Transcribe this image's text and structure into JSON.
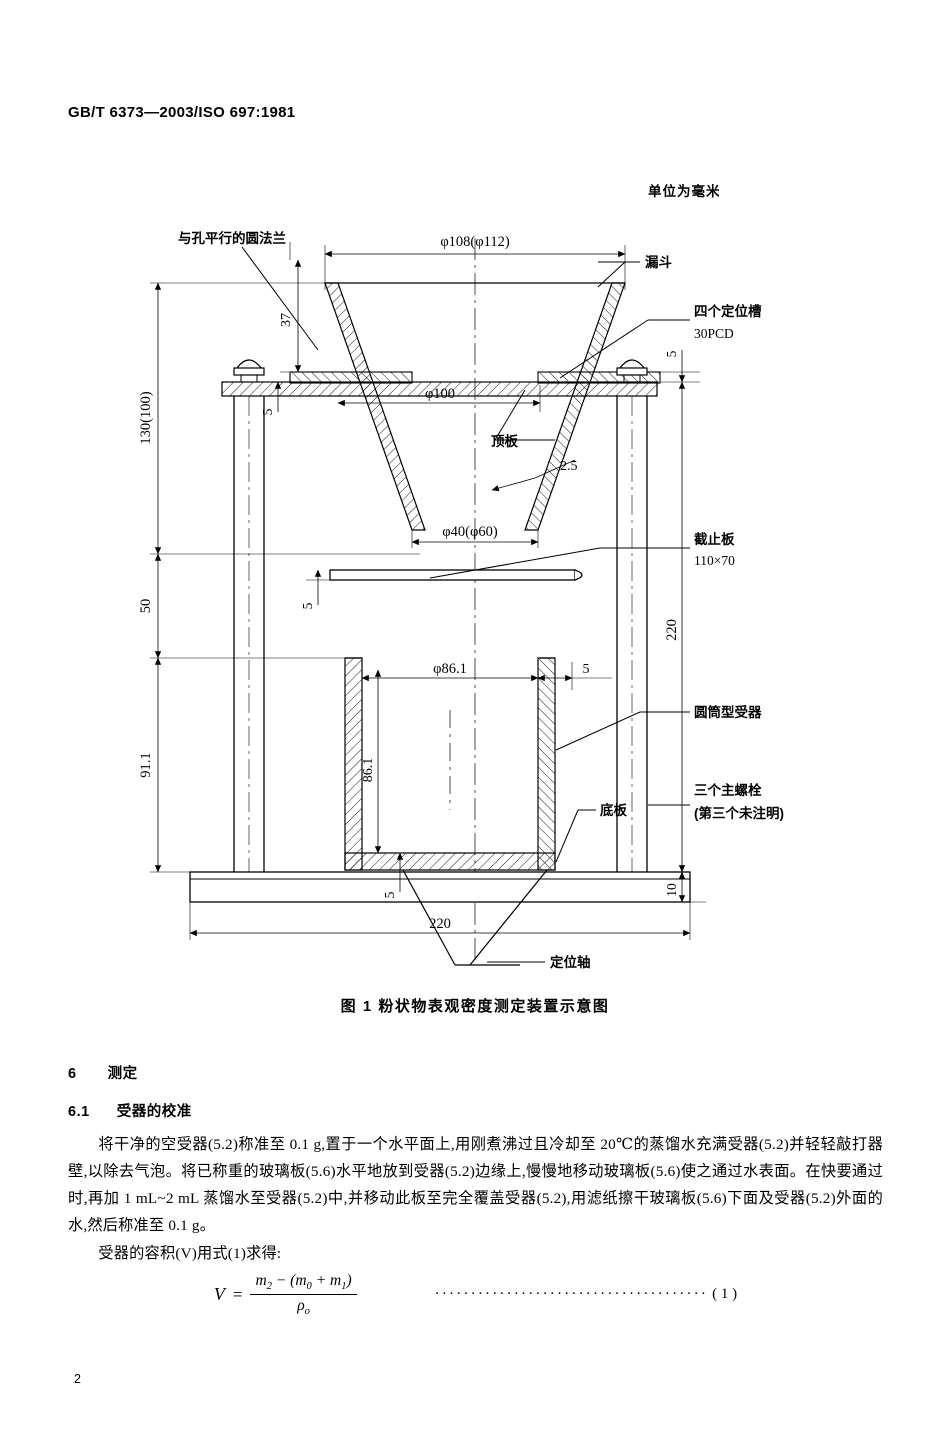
{
  "header": {
    "standard_code": "GB/T 6373—2003/ISO 697:1981"
  },
  "figure": {
    "unit_note": "单位为毫米",
    "caption": "图 1  粉状物表观密度测定装置示意图",
    "labels": {
      "flange": "与孔平行的圆法兰",
      "funnel": "漏斗",
      "slots": "四个定位槽",
      "slots_pcd": "30PCD",
      "top_plate": "顶板",
      "stop_plate": "截止板",
      "stop_plate_size": "110×70",
      "receiver": "圆筒型受器",
      "bolts": "三个主螺栓",
      "bolts_note": "(第三个未注明)",
      "base_plate": "底板",
      "locating_shaft": "定位轴"
    },
    "dimensions": {
      "top_dia": "φ108(φ112)",
      "mid_dia": "φ100",
      "bottom_dia": "φ40(φ60)",
      "wall_thickness": "2.5",
      "h_37": "37",
      "h_5a": "5",
      "h_5b": "5",
      "h_5c": "5",
      "h_5d": "5",
      "h_5e": "5",
      "v_130": "130(100)",
      "v_50": "50",
      "v_91_1": "91.1",
      "v_220_right": "220",
      "receiver_dia": "φ86.1",
      "receiver_height": "86.1",
      "receiver_wall": "5",
      "base_width": "220",
      "base_thickness": "10"
    }
  },
  "body": {
    "section6_number": "6",
    "section6_title": "测定",
    "section61_number": "6.1",
    "section61_title": "受器的校准",
    "paragraph1": "将干净的空受器(5.2)称准至 0.1 g,置于一个水平面上,用刚煮沸过且冷却至 20℃的蒸馏水充满受器(5.2)并轻轻敲打器壁,以除去气泡。将已称重的玻璃板(5.6)水平地放到受器(5.2)边缘上,慢慢地移动玻璃板(5.6)使之通过水表面。在快要通过时,再加 1 mL~2 mL 蒸馏水至受器(5.2)中,并移动此板至完全覆盖受器(5.2),用滤纸擦干玻璃板(5.6)下面及受器(5.2)外面的水,然后称准至 0.1 g。",
    "paragraph2": "受器的容积(V)用式(1)求得:",
    "formula": {
      "lhs": "V",
      "equals": "=",
      "numerator_m2": "m",
      "numerator_m2_sub": "2",
      "numerator_minus": "−",
      "numerator_open": "(",
      "numerator_m0": "m",
      "numerator_m0_sub": "0",
      "numerator_plus": "+",
      "numerator_m1": "m",
      "numerator_m1_sub": "1",
      "numerator_close": ")",
      "denominator": "ρ",
      "denominator_sub": "o",
      "dots": "······································",
      "number": "( 1 )"
    }
  },
  "footer": {
    "page_number": "2"
  }
}
